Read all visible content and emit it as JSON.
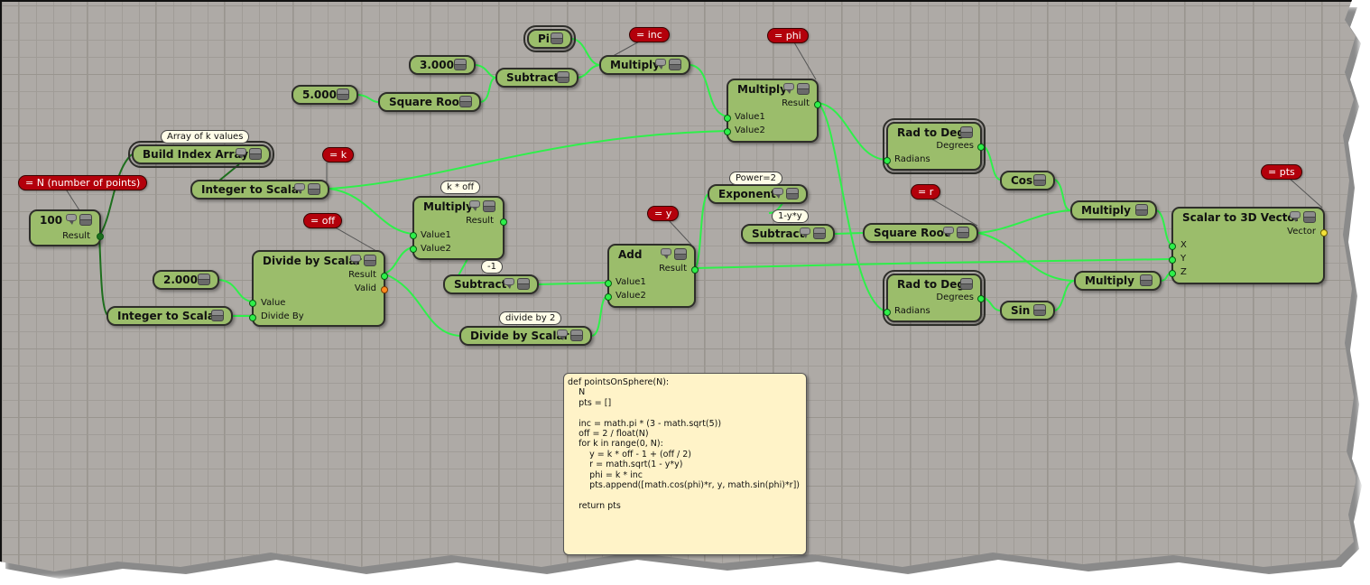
{
  "canvas": {
    "background": "#aeaaa6",
    "node_fill": "#9bbd6b",
    "wire_color": "#2ef04a",
    "tag_color": "#b3000b",
    "note_fill": "#fff3c8"
  },
  "nodes": {
    "n100": {
      "title": "100",
      "out": "Result"
    },
    "build_index": {
      "title": "Build Index Array"
    },
    "int_to_scalar_k": {
      "title": "Integer to Scalar"
    },
    "int_to_scalar_n": {
      "title": "Integer to Scalar"
    },
    "c2": {
      "title": "2.000"
    },
    "divide_off": {
      "title": "Divide by Scalar",
      "out1": "Result",
      "out2": "Valid",
      "in1": "Value",
      "in2": "Divide By"
    },
    "c3": {
      "title": "3.000"
    },
    "c5": {
      "title": "5.000"
    },
    "sqrt5": {
      "title": "Square Root"
    },
    "sub_3": {
      "title": "Subtract"
    },
    "pi": {
      "title": "Pi"
    },
    "mul_inc": {
      "title": "Multiply"
    },
    "mul_phi": {
      "title": "Multiply",
      "out": "Result",
      "in1": "Value1",
      "in2": "Value2"
    },
    "mul_koff": {
      "title": "Multiply",
      "out": "Result",
      "in1": "Value1",
      "in2": "Value2"
    },
    "sub_1": {
      "title": "Subtract"
    },
    "div_2": {
      "title": "Divide by Scalar"
    },
    "add_y": {
      "title": "Add",
      "out": "Result",
      "in1": "Value1",
      "in2": "Value2"
    },
    "exponent": {
      "title": "Exponent"
    },
    "sub_1yy": {
      "title": "Subtract"
    },
    "sqrt_r": {
      "title": "Square Root"
    },
    "rad_deg_1": {
      "title": "Rad to Deg",
      "out": "Degrees",
      "in": "Radians"
    },
    "rad_deg_2": {
      "title": "Rad to Deg",
      "out": "Degrees",
      "in": "Radians"
    },
    "cos": {
      "title": "Cos"
    },
    "sin": {
      "title": "Sin"
    },
    "mul_x": {
      "title": "Multiply"
    },
    "mul_z": {
      "title": "Multiply"
    },
    "vec3": {
      "title": "Scalar to 3D Vector",
      "out": "Vector",
      "inx": "X",
      "iny": "Y",
      "inz": "Z"
    }
  },
  "tags": {
    "n": "= N (number of points)",
    "k": "= k",
    "off": "= off",
    "inc": "= inc",
    "phi": "= phi",
    "y": "= y",
    "r": "= r",
    "pts": "= pts"
  },
  "bubbles": {
    "array_k": "Array of k values",
    "koff": "k * off",
    "minus1": "-1",
    "div2": "divide by 2",
    "power2": "Power=2",
    "one_yy": "1-y*y"
  },
  "note": {
    "code": "def pointsOnSphere(N):\n    N\n    pts = []\n\n    inc = math.pi * (3 - math.sqrt(5))\n    off = 2 / float(N)\n    for k in range(0, N):\n        y = k * off - 1 + (off / 2)\n        r = math.sqrt(1 - y*y)\n        phi = k * inc\n        pts.append([math.cos(phi)*r, y, math.sin(phi)*r])\n\n    return pts"
  }
}
